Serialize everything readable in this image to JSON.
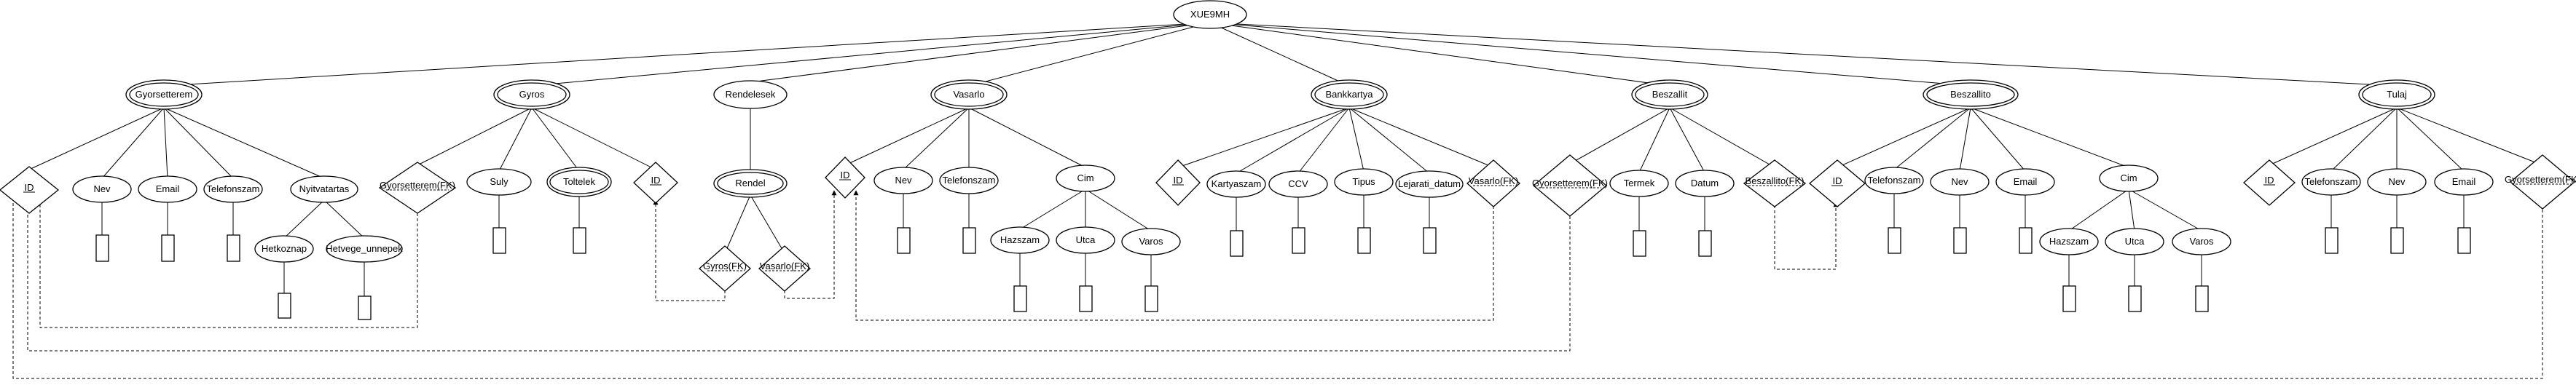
{
  "diagram": {
    "root": "XUE9MH",
    "entities": [
      "Gyorsetterem",
      "Gyros",
      "Rendelesek",
      "Vasarlo",
      "Bankkartya",
      "Beszallit",
      "Beszallito",
      "Tulaj"
    ],
    "labels": {
      "ge_id": "ID",
      "ge_nev": "Nev",
      "ge_email": "Email",
      "ge_tel": "Telefonszam",
      "ge_nyit": "Nyitvatartas",
      "ge_hetk": "Hetkoznap",
      "ge_hetv": "Hetvege_unnepek",
      "gy_fk": "Gyorsetterem(FK)",
      "gy_suly": "Suly",
      "gy_toltelek": "Toltelek",
      "gy_id": "ID",
      "re_rendel": "Rendel",
      "re_gyfk": "Gyros(FK)",
      "re_vfk": "Vasarlo(FK)",
      "va_id": "ID",
      "va_nev": "Nev",
      "va_tel": "Telefonszam",
      "va_cim": "Cim",
      "va_hazszam": "Hazszam",
      "va_utca": "Utca",
      "va_varos": "Varos",
      "ba_id": "ID",
      "ba_kartya": "Kartyaszam",
      "ba_ccv": "CCV",
      "ba_tipus": "Tipus",
      "ba_lejarati": "Lejarati_datum",
      "ba_vfk": "Vasarlo(FK)",
      "be_gfk": "Gyorsetterem(FK)",
      "be_termek": "Termek",
      "be_datum": "Datum",
      "be_bfk": "Beszallito(FK)",
      "bo_id": "ID",
      "bo_tel": "Telefonszam",
      "bo_nev": "Nev",
      "bo_email": "Email",
      "bo_cim": "Cim",
      "bo_hazszam": "Hazszam",
      "bo_utca": "Utca",
      "bo_varos": "Varos",
      "tu_id": "ID",
      "tu_tel": "Telefonszam",
      "tu_nev": "Nev",
      "tu_email": "Email",
      "tu_gfk": "Gyorsetterem(FK)"
    }
  }
}
